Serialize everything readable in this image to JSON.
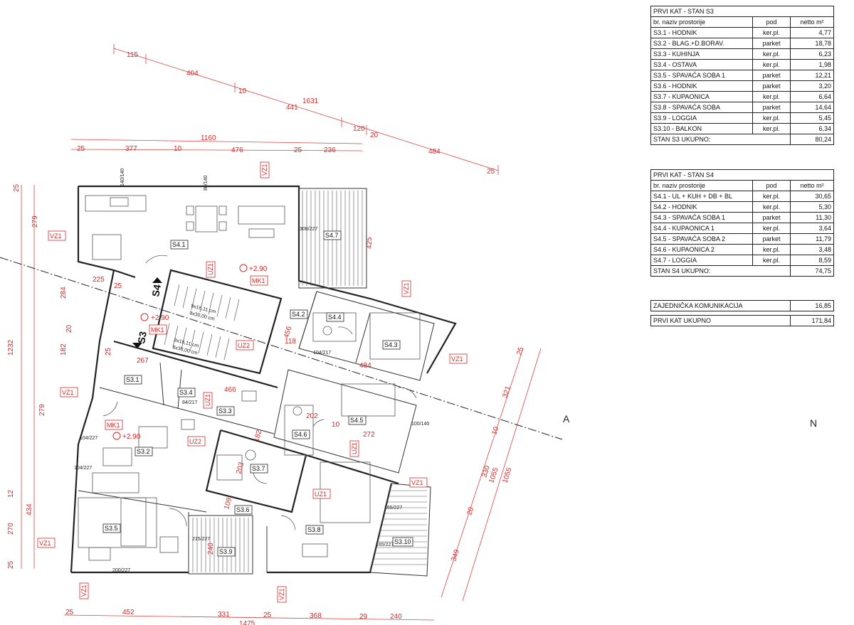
{
  "table_s3": {
    "title": "PRVI KAT - STAN S3",
    "headers": [
      "br.  naziv prostorije",
      "pod",
      "netto m²"
    ],
    "rows": [
      [
        "S3.1 - HODNIK",
        "ker.pl.",
        "4,77"
      ],
      [
        "S3.2 - BLAG.+D.BORAV.",
        "parket",
        "18,78"
      ],
      [
        "S3.3 - KUHINJA",
        "ker.pl.",
        "6,23"
      ],
      [
        "S3.4 - OSTAVA",
        "ker.pl.",
        "1,98"
      ],
      [
        "S3.5 - SPAVAĆA SOBA 1",
        "parket",
        "12,21"
      ],
      [
        "S3.6 - HODNIK",
        "parket",
        "3,20"
      ],
      [
        "S3.7 - KUPAONICA",
        "ker.pl.",
        "6,64"
      ],
      [
        "S3.8 - SPAVAĆA SOBA",
        "parket",
        "14,64"
      ],
      [
        "S3.9 - LOGGIA",
        "ker.pl.",
        "5,45"
      ],
      [
        "S3.10 - BALKON",
        "ker.pl.",
        "6,34"
      ]
    ],
    "total_label": "STAN S3  UKUPNO:",
    "total_value": "80,24"
  },
  "table_s4": {
    "title": "PRVI KAT - STAN S4",
    "headers": [
      "br.  naziv prostorije",
      "pod",
      "netto m²"
    ],
    "rows": [
      [
        "S4.1 - UL + KUH + DB + BL",
        "ker.pl.",
        "30,65"
      ],
      [
        "S4.2 - HODNIK",
        "ker.pl.",
        "5,30"
      ],
      [
        "S4.3 - SPAVAĆA SOBA 1",
        "parket",
        "11,30"
      ],
      [
        "S4.4 - KUPAONICA 1",
        "ker.pl.",
        "3,64"
      ],
      [
        "S4.5 - SPAVAĆA SOBA 2",
        "parket",
        "11,79"
      ],
      [
        "S4.6 - KUPAONICA 2",
        "ker.pl.",
        "3,48"
      ],
      [
        "S4.7 - LOGGIA",
        "ker.pl.",
        "8,59"
      ]
    ],
    "total_label": "STAN S4  UKUPNO:",
    "total_value": "74,75"
  },
  "summary": {
    "common_label": "ZAJEDNIČKA KOMUNIKACIJA",
    "common_value": "16,85",
    "floor_label": "PRVI KAT  UKUPNO",
    "floor_value": "171,84"
  },
  "plan": {
    "section_marker": "A",
    "north_marker": "N",
    "rooms": [
      "S4.1",
      "S4.2",
      "S4.3",
      "S4.4",
      "S4.5",
      "S4.6",
      "S4.7",
      "S3.1",
      "S3.2",
      "S3.3",
      "S3.4",
      "S3.5",
      "S3.6",
      "S3.7",
      "S3.8",
      "S3.9",
      "S3.10"
    ],
    "tags": {
      "vz1": "VZ1",
      "uz1": "UZ1",
      "uz2": "UZ2",
      "mk1": "MK1"
    },
    "levels": {
      "l1": "+2.90",
      "l2": "+2.90",
      "l3": "+2.90"
    },
    "arrows": {
      "s4": "S4",
      "s3": "S3"
    },
    "stairs": {
      "s4_a": "9x16,11 cm",
      "s4_b": "8x30,00 cm",
      "s3_a": "9x16,11 cm",
      "s3_b": "8x30,00 cm"
    },
    "dims_top": [
      "115",
      "404",
      "10",
      "441",
      "1631",
      "120",
      "20",
      "484",
      "25"
    ],
    "dims_top2": [
      "1160",
      "25",
      "377",
      "10",
      "476",
      "25",
      "236"
    ],
    "dims_left": [
      "25",
      "279",
      "225",
      "25",
      "284",
      "20",
      "182",
      "25",
      "279",
      "12",
      "434",
      "270",
      "25",
      "1232"
    ],
    "dims_bottom": [
      "25",
      "452",
      "331",
      "25",
      "368",
      "29",
      "240",
      "1475"
    ],
    "dims_right": [
      "25",
      "321",
      "10",
      "330",
      "1055",
      "20",
      "349",
      "1055"
    ],
    "dims_inner": [
      "466",
      "182",
      "484",
      "202",
      "10",
      "272",
      "203",
      "109",
      "240",
      "456",
      "118",
      "267",
      "425"
    ],
    "openings": [
      "140/140",
      "80/140",
      "104/227",
      "104/217",
      "84/217",
      "104/227",
      "100/140",
      "165/227",
      "200/227",
      "215/227",
      "308/227",
      "165/227"
    ]
  }
}
